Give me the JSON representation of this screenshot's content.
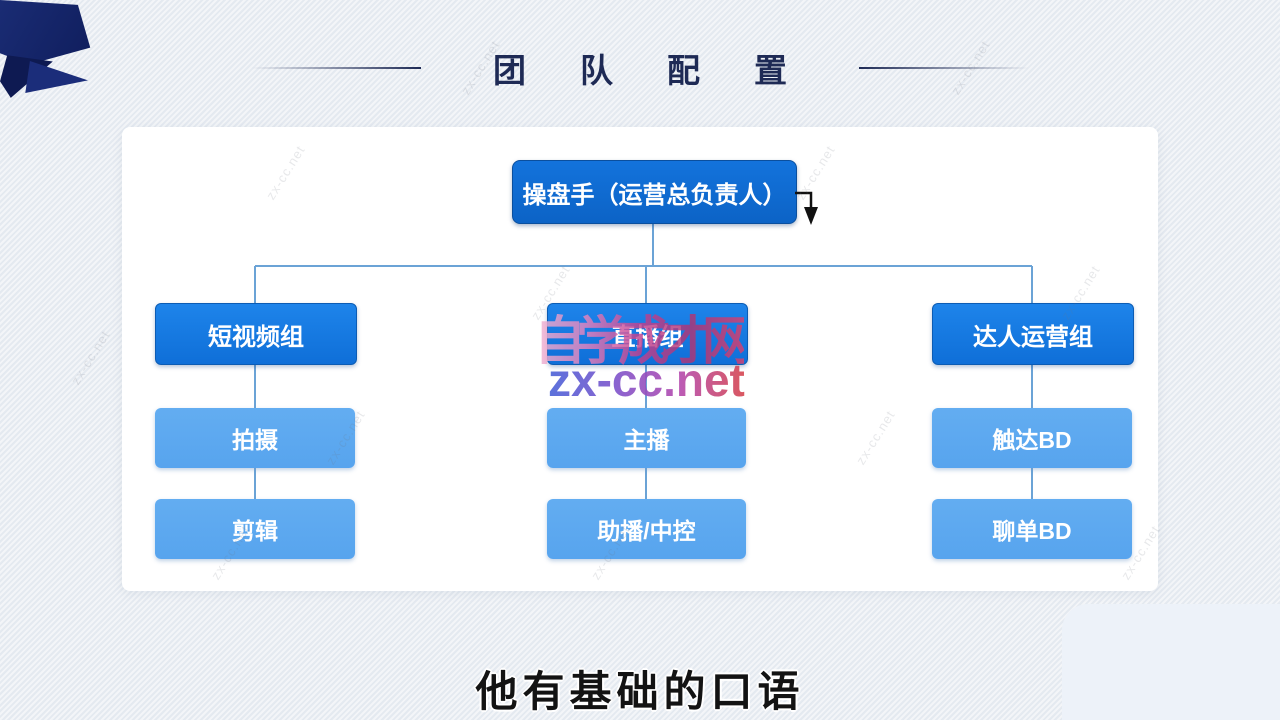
{
  "slide": {
    "title": "团队配置",
    "caption": "他有基础的口语"
  },
  "org_chart": {
    "root_label": "操盘手（运营总负责人）",
    "columns": [
      {
        "group_label": "短视频组",
        "members": [
          "拍摄",
          "剪辑"
        ]
      },
      {
        "group_label": "直播组",
        "members": [
          "主播",
          "助播/中控"
        ]
      },
      {
        "group_label": "达人运营组",
        "members": [
          "触达BD",
          "聊单BD"
        ]
      }
    ]
  },
  "watermark": {
    "site_name": "自学成才网",
    "site_url": "zx-cc.net",
    "tile_text": "zx-cc.net"
  },
  "colors": {
    "root_box": "#0d6bcd",
    "group_box": "#1277e0",
    "member_box": "#5fabf1",
    "connector": "#6ba3d6",
    "title": "#1e2a55",
    "background": "#e9edf2",
    "card": "#ffffff",
    "ribbon": "#15256e"
  }
}
